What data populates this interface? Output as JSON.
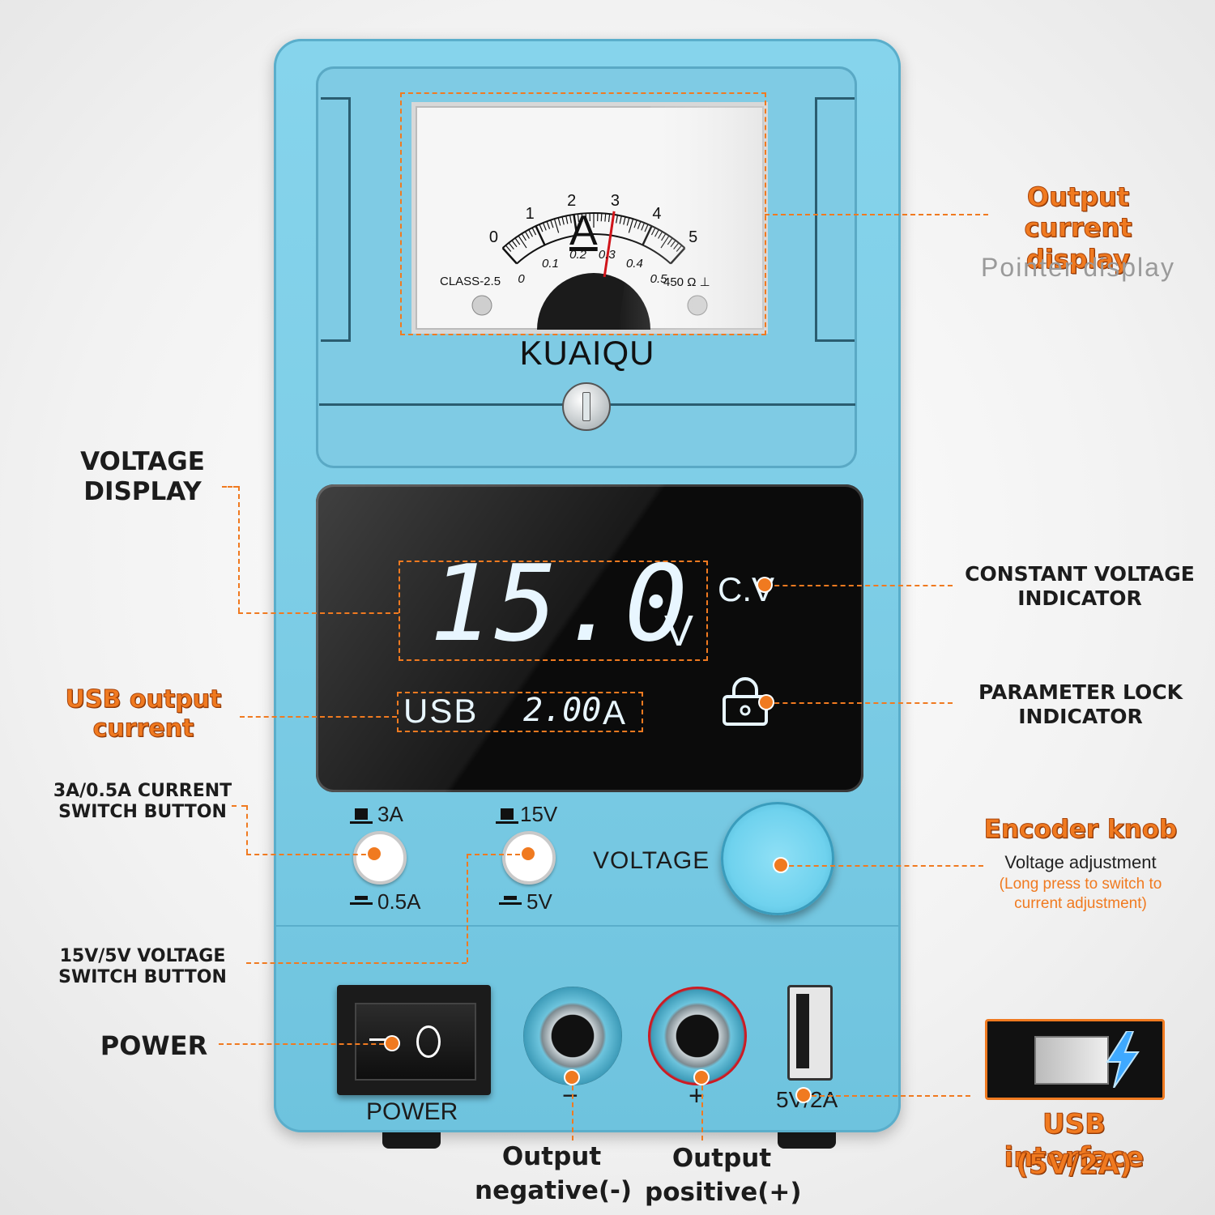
{
  "brand": "KUAIQU",
  "meter": {
    "scale_top": [
      "0",
      "1",
      "2",
      "3",
      "4",
      "5"
    ],
    "scale_bottom": [
      "0",
      "0.1",
      "0.2",
      "0.3",
      "0.4",
      "0.5"
    ],
    "unit": "A",
    "class_label": "CLASS-2.5",
    "resistance_label": "450 Ω ⊥",
    "needle_value_top": 3.0
  },
  "lcd": {
    "voltage_value": "15.0",
    "voltage_unit": "V",
    "mode": "C.V",
    "usb_label": "USB",
    "usb_current": "2.00",
    "usb_current_unit": "A"
  },
  "controls": {
    "current_switch_top": "3A",
    "current_switch_bottom": "0.5A",
    "voltage_switch_top": "15V",
    "voltage_switch_bottom": "5V",
    "knob_label": "VOLTAGE",
    "power_label": "POWER",
    "negative_sign": "−",
    "positive_sign": "+",
    "usb_port_label": "5V/2A"
  },
  "callouts": {
    "output_current_title": "Output current display",
    "output_current_sub": "Pointer display",
    "voltage_display": "VOLTAGE DISPLAY",
    "usb_output_current": "USB output current",
    "current_switch": "3A/0.5A CURRENT SWITCH BUTTON",
    "voltage_switch": "15V/5V VOLTAGE SWITCH BUTTON",
    "power": "POWER",
    "cv_indicator": "CONSTANT VOLTAGE INDICATOR",
    "lock_indicator": "PARAMETER LOCK INDICATOR",
    "encoder_title": "Encoder knob",
    "encoder_sub": "Voltage adjustment",
    "encoder_note": "(Long press to switch to current adjustment)",
    "usb_interface_title": "USB interface",
    "usb_interface_sub": "(5V/2A)",
    "output_negative": "Output negative(-)",
    "output_positive": "Output positive(+)"
  },
  "colors": {
    "body": "#7dcde6",
    "accent": "#f07a20",
    "lcd": "#0b0b0b"
  }
}
